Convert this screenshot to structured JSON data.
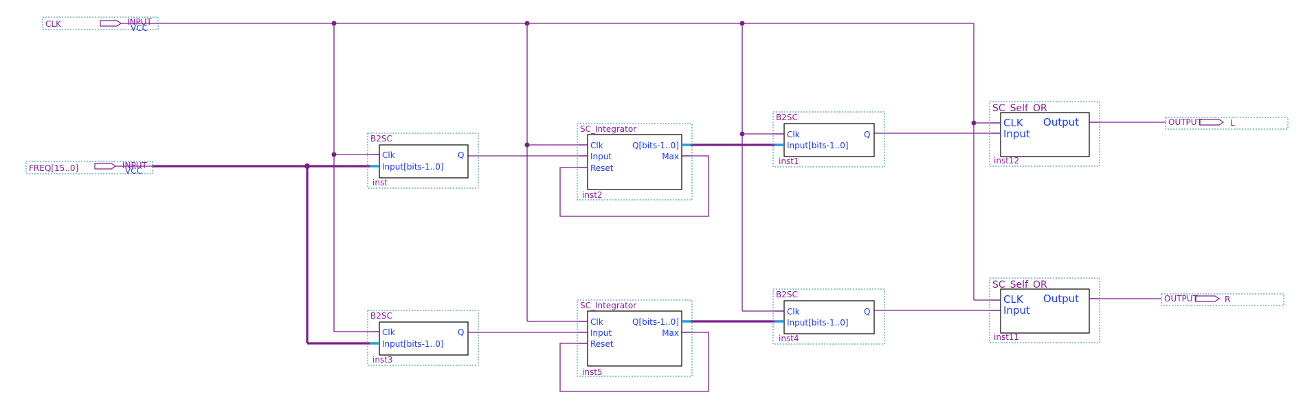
{
  "colors": {
    "wire": "#7b1e8c",
    "pin_text": "#1a3aff",
    "label_text": "#8a1fa0",
    "frame": "#2a8f8f",
    "bus_pin": "#1fa0e0"
  },
  "inputs": {
    "clk": {
      "name": "CLK",
      "type": "INPUT",
      "default": "VCC"
    },
    "freq": {
      "name": "FREQ[15..0]",
      "type": "INPUT",
      "default": "VCC"
    }
  },
  "outputs": {
    "l": {
      "name": "L",
      "type": "OUTPUT"
    },
    "r": {
      "name": "R",
      "type": "OUTPUT"
    }
  },
  "blocks": {
    "inst": {
      "type": "B2SC",
      "instance": "inst",
      "pins_in": [
        "Clk",
        "Input[bits-1..0]"
      ],
      "pins_out": [
        "Q"
      ]
    },
    "inst3": {
      "type": "B2SC",
      "instance": "inst3",
      "pins_in": [
        "Clk",
        "Input[bits-1..0]"
      ],
      "pins_out": [
        "Q"
      ]
    },
    "inst2": {
      "type": "SC_Integrator",
      "instance": "inst2",
      "pins_in": [
        "Clk",
        "Input",
        "Reset"
      ],
      "pins_out": [
        "Q[bits-1..0]",
        "Max"
      ]
    },
    "inst5": {
      "type": "SC_Integrator",
      "instance": "inst5",
      "pins_in": [
        "Clk",
        "Input",
        "Reset"
      ],
      "pins_out": [
        "Q[bits-1..0]",
        "Max"
      ]
    },
    "inst1": {
      "type": "B2SC",
      "instance": "inst1",
      "pins_in": [
        "Clk",
        "Input[bits-1..0]"
      ],
      "pins_out": [
        "Q"
      ]
    },
    "inst4": {
      "type": "B2SC",
      "instance": "inst4",
      "pins_in": [
        "Clk",
        "Input[bits-1..0]"
      ],
      "pins_out": [
        "Q"
      ]
    },
    "inst12": {
      "type": "SC_Self_OR",
      "instance": "inst12",
      "pins_in": [
        "CLK",
        "Input"
      ],
      "pins_out": [
        "Output"
      ]
    },
    "inst11": {
      "type": "SC_Self_OR",
      "instance": "inst11",
      "pins_in": [
        "CLK",
        "Input"
      ],
      "pins_out": [
        "Output"
      ]
    }
  }
}
